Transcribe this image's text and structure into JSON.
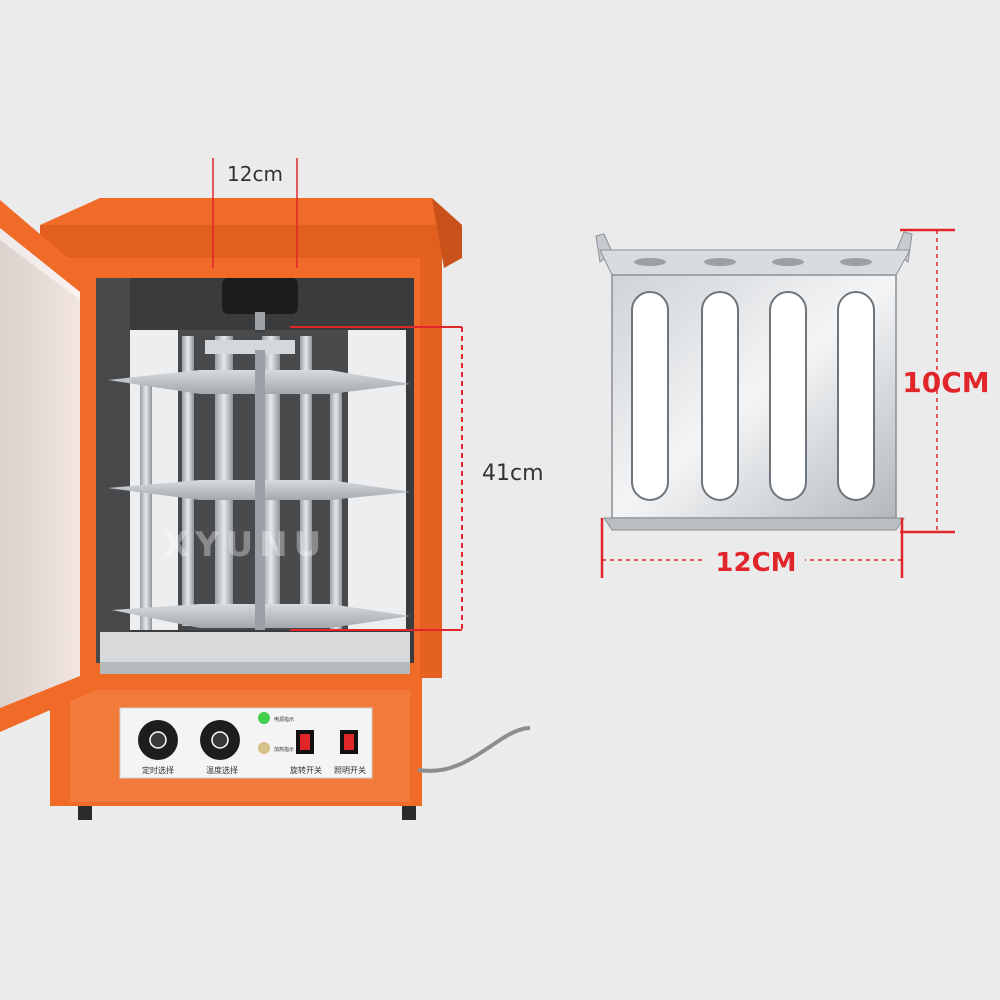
{
  "dimensions": {
    "oven_top_width": "12cm",
    "oven_height": "41cm",
    "tray_height": "10CM",
    "tray_width": "12CM"
  },
  "control_panel": {
    "knob_timer_label": "定时选择",
    "knob_temp_label": "温度选择",
    "indicator_power_label": "电源指示",
    "indicator_heat_label": "加热指示",
    "switch_rotate_label": "旋转开关",
    "switch_light_label": "照明开关"
  },
  "watermark": "XYUNU",
  "colors": {
    "background": "#ebebeb",
    "body_orange": "#f06a28",
    "body_orange_dark": "#d9571a",
    "dimension_red": "#e0262b",
    "steel": "#c4c8cc"
  }
}
